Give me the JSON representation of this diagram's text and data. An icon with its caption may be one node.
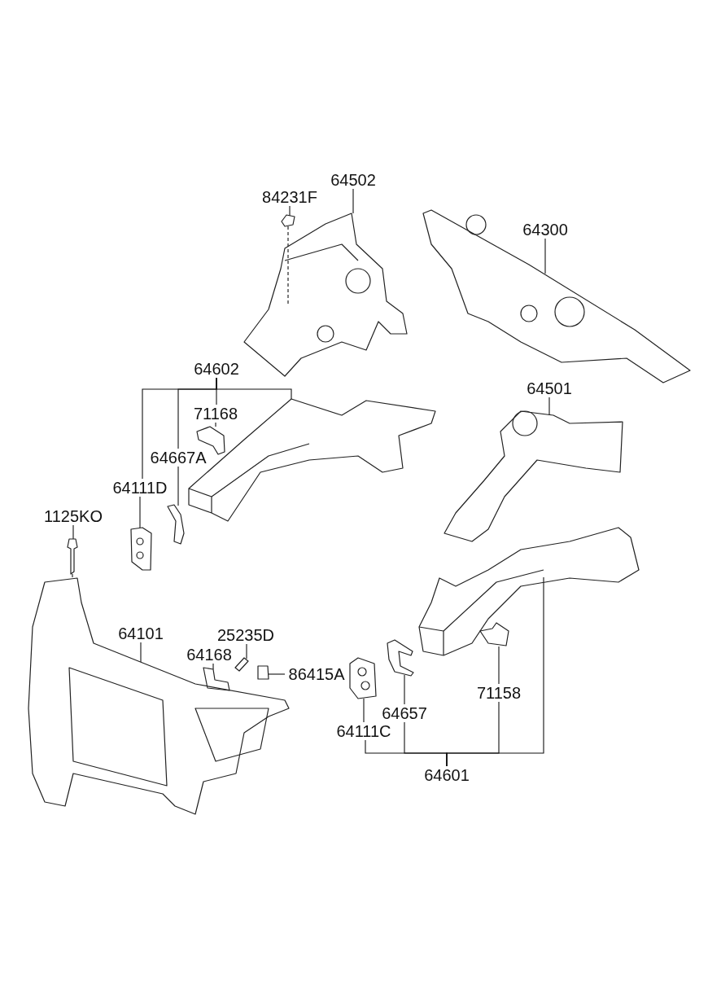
{
  "diagram": {
    "nodes": [
      {
        "text": [
          "84231F"
        ]
      },
      {
        "text": [
          "64502"
        ]
      },
      {
        "text": [],
        "shape": "picture"
      },
      {
        "text": [],
        "shape": "picture"
      },
      {
        "text": [
          "64300"
        ]
      },
      {
        "text": [],
        "shape": "picture"
      },
      {
        "text": [
          "64602"
        ]
      },
      {
        "text": [
          "71168"
        ]
      },
      {
        "text": [
          "64667A"
        ]
      },
      {
        "text": [
          "64111D"
        ]
      },
      {
        "text": [],
        "shape": "picture"
      },
      {
        "text": [],
        "shape": "picture"
      },
      {
        "text": [],
        "shape": "picture"
      },
      {
        "text": [],
        "shape": "picture"
      },
      {
        "text": [
          "64501"
        ]
      },
      {
        "text": [],
        "shape": "picture"
      },
      {
        "text": [
          "1125KO"
        ]
      },
      {
        "text": [],
        "shape": "picture"
      },
      {
        "text": [
          "64101"
        ]
      },
      {
        "text": [],
        "shape": "picture"
      },
      {
        "text": [
          "25235D"
        ]
      },
      {
        "text": [
          "64168"
        ]
      },
      {
        "text": [
          "86415A"
        ]
      },
      {
        "text": [],
        "shape": "picture"
      },
      {
        "text": [],
        "shape": "picture"
      },
      {
        "text": [],
        "shape": "picture"
      },
      {
        "text": [],
        "shape": "picture"
      },
      {
        "text": [],
        "shape": "picture"
      },
      {
        "text": [],
        "shape": "picture"
      },
      {
        "text": [],
        "shape": "picture"
      },
      {
        "text": [
          "64657"
        ]
      },
      {
        "text": [
          "64111C"
        ]
      },
      {
        "text": [
          "71158"
        ]
      },
      {
        "text": [
          "64601"
        ]
      }
    ],
    "edges": [
      {
        "from": 0,
        "to": 2,
        "arrow": "none"
      },
      {
        "from": 1,
        "to": 3,
        "arrow": "none"
      },
      {
        "from": 2,
        "to": 3,
        "arrow": "none",
        "style": "dashed"
      },
      {
        "from": 4,
        "to": 5,
        "arrow": "none"
      },
      {
        "from": 6,
        "to": 9,
        "arrow": "none"
      },
      {
        "from": 6,
        "to": 8,
        "arrow": "none"
      },
      {
        "from": 6,
        "to": 7,
        "arrow": "none"
      },
      {
        "from": 6,
        "to": 11,
        "arrow": "none"
      },
      {
        "from": 7,
        "to": 10,
        "arrow": "none"
      },
      {
        "from": 8,
        "to": 12,
        "arrow": "none"
      },
      {
        "from": 9,
        "to": 13,
        "arrow": "none"
      },
      {
        "from": 14,
        "to": 15,
        "arrow": "none"
      },
      {
        "from": 16,
        "to": 17,
        "arrow": "none"
      },
      {
        "from": 17,
        "to": 19,
        "arrow": "none",
        "style": "dashed"
      },
      {
        "from": 18,
        "to": 19,
        "arrow": "none"
      },
      {
        "from": 20,
        "to": 23,
        "arrow": "none"
      },
      {
        "from": 21,
        "to": 24,
        "arrow": "none"
      },
      {
        "from": 22,
        "to": 25,
        "arrow": "none"
      },
      {
        "from": 33,
        "to": 31,
        "arrow": "none"
      },
      {
        "from": 33,
        "to": 30,
        "arrow": "none"
      },
      {
        "from": 33,
        "to": 32,
        "arrow": "none"
      },
      {
        "from": 33,
        "to": 26,
        "arrow": "none"
      },
      {
        "from": 31,
        "to": 27,
        "arrow": "none"
      },
      {
        "from": 30,
        "to": 28,
        "arrow": "none"
      },
      {
        "from": 32,
        "to": 29,
        "arrow": "none"
      }
    ]
  }
}
